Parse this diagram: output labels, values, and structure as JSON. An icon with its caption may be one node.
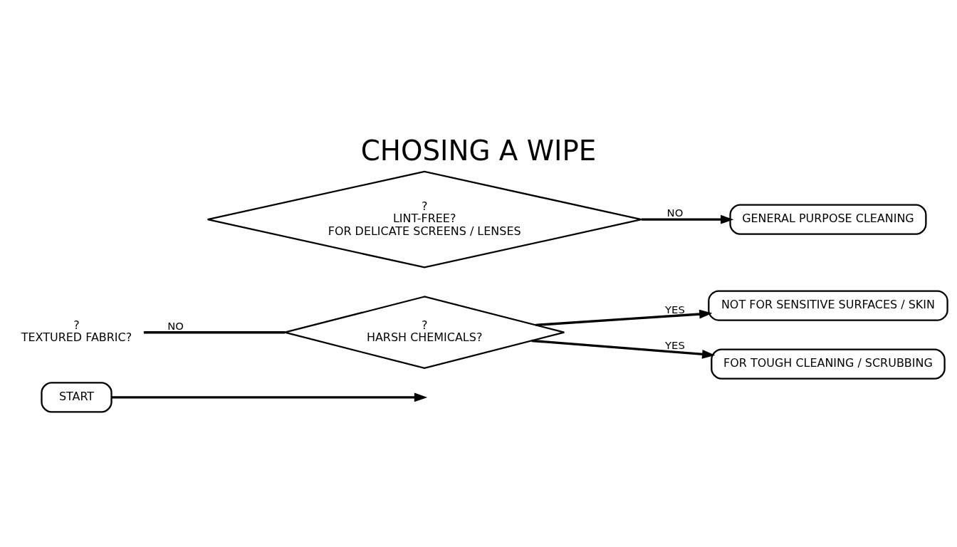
{
  "diagram": {
    "title": "CHOSING A WIPE",
    "nodes": [
      {
        "text": [
          "START"
        ]
      },
      {
        "text": [
          "?",
          "HARSH CHEMICALS?"
        ]
      },
      {
        "text": [
          "NOT FOR SENSITIVE SURFACES / SKIN"
        ]
      },
      {
        "text": [
          "FOR TOUGH CLEANING / SCRUBBING"
        ]
      },
      {
        "text": [
          "?",
          "LINT-FREE?",
          "FOR DELICATE SCREENS / LENSES"
        ]
      },
      {
        "text": [
          "?",
          "TEXTURED FABRIC?"
        ]
      },
      {
        "text": [
          "GENERAL PURPOSE CLEANING"
        ]
      }
    ],
    "edges": [
      {
        "from": 0,
        "to": null,
        "arrow": "to"
      },
      {
        "from": 1,
        "to": 2,
        "label": "YES",
        "arrow": "to"
      },
      {
        "from": 1,
        "to": 3,
        "label": "YES",
        "arrow": "to"
      },
      {
        "from": 5,
        "to": 1,
        "label": "NO",
        "arrow": "none"
      },
      {
        "from": 4,
        "to": 6,
        "label": "NO",
        "arrow": "to"
      }
    ]
  }
}
